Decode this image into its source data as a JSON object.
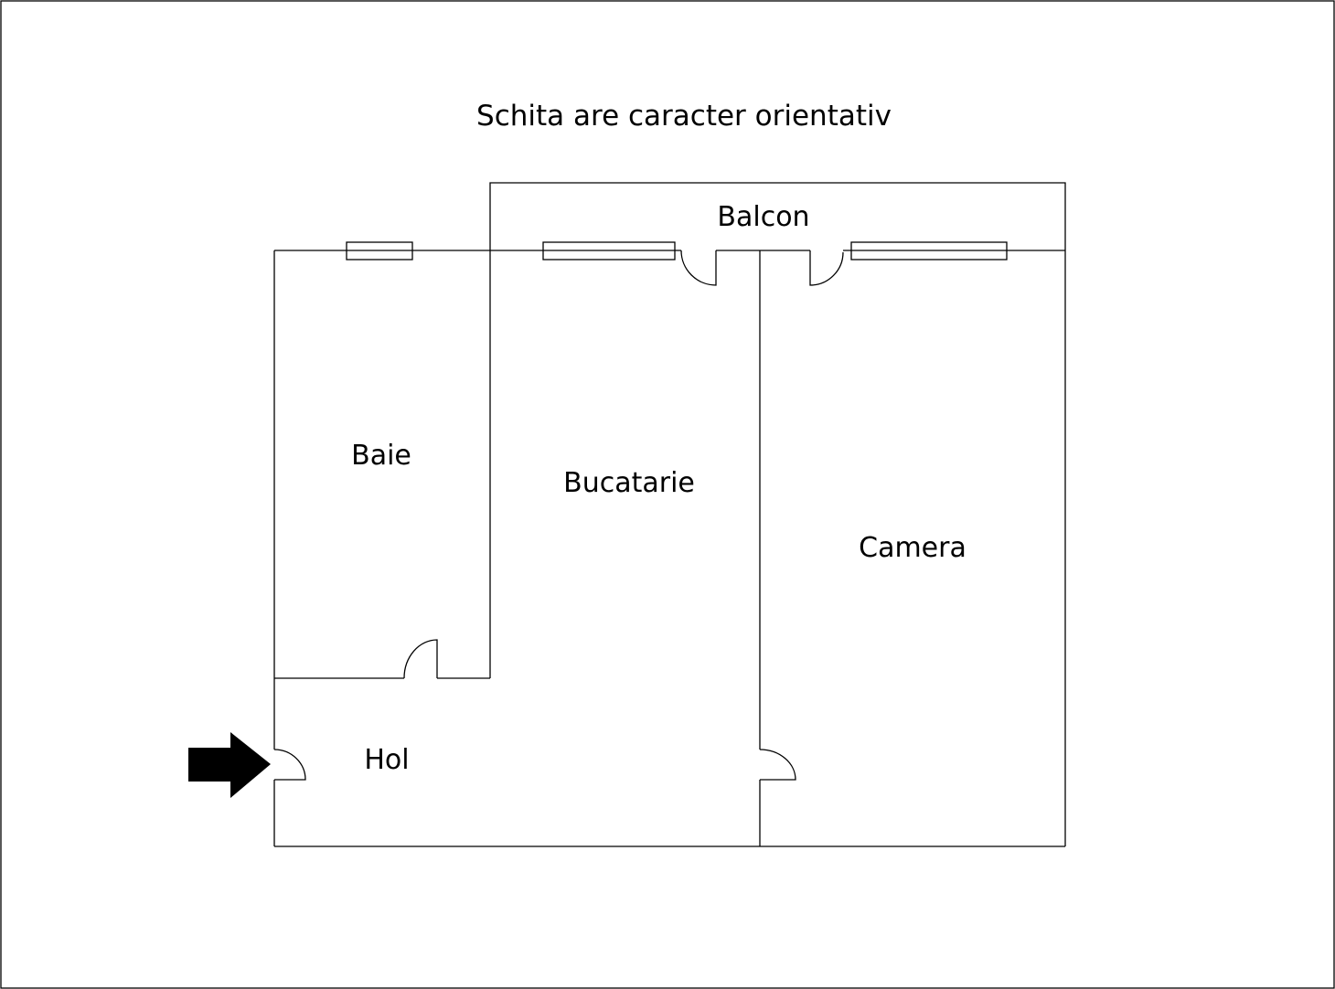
{
  "title": "Schita are caracter orientativ",
  "rooms": {
    "balcon": "Balcon",
    "baie": "Baie",
    "bucatarie": "Bucatarie",
    "camera": "Camera",
    "hol": "Hol"
  },
  "colors": {
    "background": "#ffffff",
    "lines": "#000000"
  },
  "icons": {
    "entrance": "entrance-arrow-icon"
  }
}
